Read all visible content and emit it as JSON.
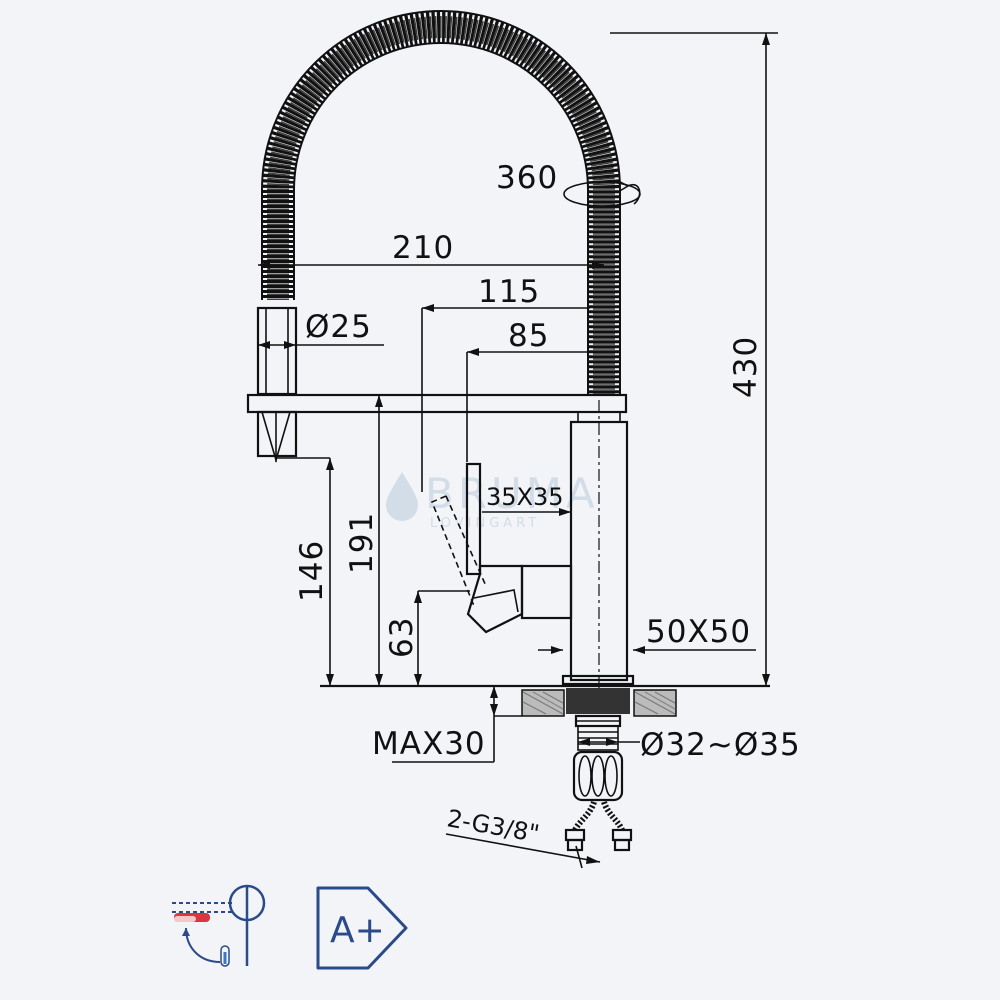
{
  "dimensions": {
    "rotation": "360",
    "reach_total": "210",
    "reach_handle": "115",
    "reach_lever": "85",
    "spray_diameter": "Ø25",
    "body_section": "35X35",
    "base_section": "50X50",
    "total_height": "430",
    "spout_height": "191",
    "spray_bottom_height": "146",
    "lever_height": "63",
    "max_thickness": "MAX30",
    "hole_diameter": "Ø32~Ø35",
    "connections": "2-G3/8\""
  },
  "watermark": {
    "brand": "BRUMA",
    "tagline": "LOVINGART"
  },
  "badges": {
    "energy_class": "A+"
  },
  "colors": {
    "background": "#f2f4f8",
    "line": "#111111",
    "badge_blue": "#2b4a8a",
    "hot_red": "#d9363e",
    "cold_blue": "#3b78c8"
  }
}
